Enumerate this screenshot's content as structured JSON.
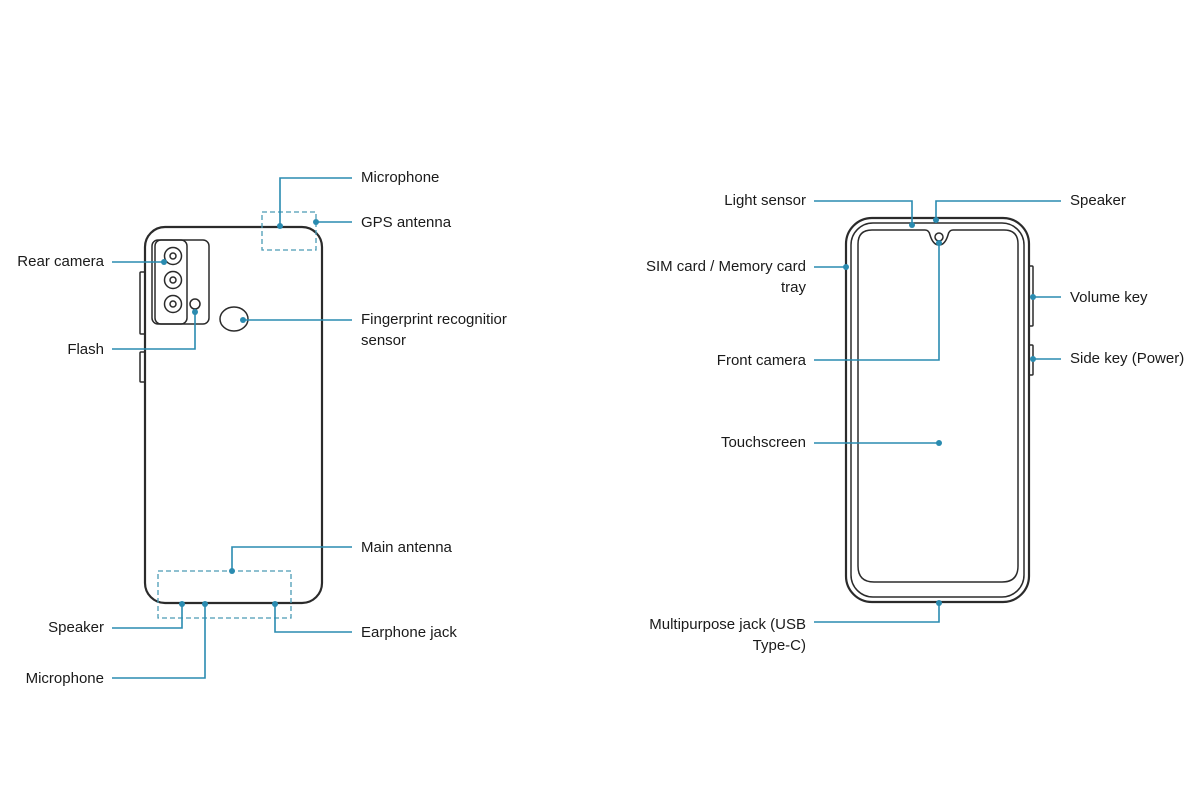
{
  "colors": {
    "leader": "#2a8bb0",
    "outline": "#2b2b2b",
    "zone": "#4a9bb5",
    "text": "#1a1a1a"
  },
  "back_view": {
    "microphone_top": "Microphone",
    "gps_antenna": "GPS antenna",
    "rear_camera": "Rear camera",
    "flash": "Flash",
    "fingerprint_sensor": "Fingerprint recognitior sensor",
    "main_antenna": "Main antenna",
    "speaker": "Speaker",
    "earphone_jack": "Earphone jack",
    "microphone_bottom": "Microphone"
  },
  "front_view": {
    "light_sensor": "Light sensor",
    "speaker": "Speaker",
    "sim_tray": "SIM card / Memory card tray",
    "volume_key": "Volume key",
    "front_camera": "Front camera",
    "side_key": "Side key (Power)",
    "touchscreen": "Touchscreen",
    "multipurpose_jack": "Multipurpose jack (USB Type-C)"
  }
}
